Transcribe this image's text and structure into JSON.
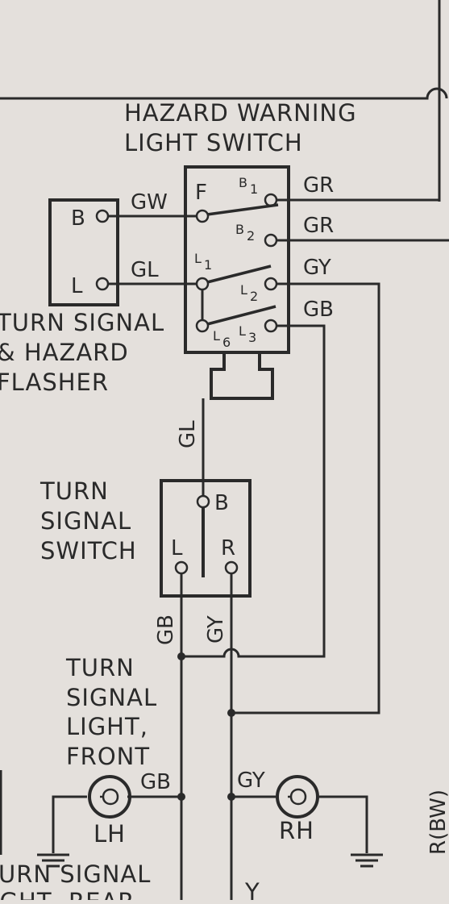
{
  "hazard_switch": {
    "title_line1": "HAZARD WARNING",
    "title_line2": "LIGHT SWITCH",
    "terminal_f": "F",
    "terminal_b1": "B",
    "terminal_b1_sub": "1",
    "terminal_b2": "B",
    "terminal_b2_sub": "2",
    "terminal_l1": "L",
    "terminal_l1_sub": "1",
    "terminal_l2": "L",
    "terminal_l2_sub": "2",
    "terminal_l3": "L",
    "terminal_l3_sub": "3",
    "terminal_l6": "L",
    "terminal_l6_sub": "6"
  },
  "flasher": {
    "label_line1": "TURN SIGNAL",
    "label_line2": "& HAZARD",
    "label_line3": "FLASHER",
    "terminal_b": "B",
    "terminal_l": "L"
  },
  "turn_signal_switch": {
    "label_line1": "TURN",
    "label_line2": "SIGNAL",
    "label_line3": "SWITCH",
    "terminal_b": "B",
    "terminal_l": "L",
    "terminal_r": "R"
  },
  "front_light": {
    "label_line1": "TURN",
    "label_line2": "SIGNAL",
    "label_line3": "LIGHT,",
    "label_line4": "FRONT",
    "lh": "LH",
    "rh": "RH"
  },
  "wire_colors": {
    "gw": "GW",
    "gl_flasher": "GL",
    "gr_b1": "GR",
    "gr_b2": "GR",
    "gy_l2": "GY",
    "gb_l3": "GB",
    "gl_vertical": "GL",
    "gb_vertical": "GB",
    "gy_vertical": "GY",
    "gb_front": "GB",
    "gy_front": "GY",
    "rbw_edge": "R(BW)"
  },
  "bottom_cutoff": {
    "line1": "URN SIGNAL",
    "line2": "IGHT, REAR",
    "y_fragment": "Y"
  }
}
